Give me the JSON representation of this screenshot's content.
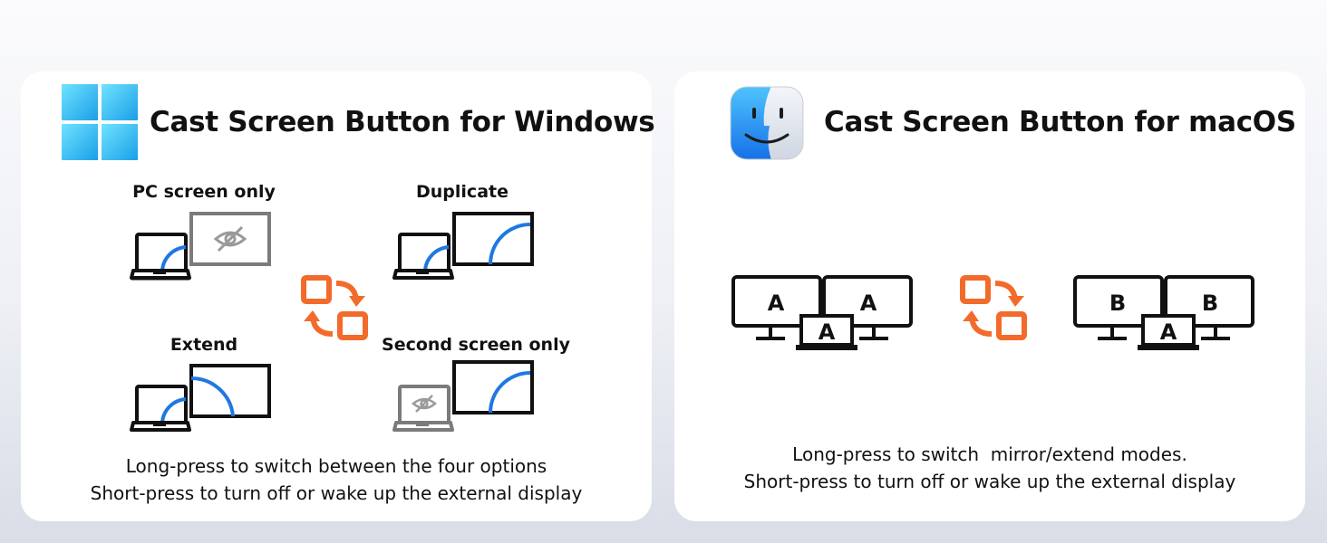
{
  "windows": {
    "title": "Cast Screen Button for Windows",
    "modes": {
      "pc_screen_only": "PC  screen only",
      "duplicate": "Duplicate",
      "extend": "Extend",
      "second_screen_only": "Second screen only"
    },
    "caption_line1": "Long-press to switch between the four options",
    "caption_line2": "Short-press to turn off or wake up the external display"
  },
  "macos": {
    "title": "Cast Screen Button for macOS",
    "mirror": {
      "left": "A",
      "right": "A",
      "laptop": "A"
    },
    "extend": {
      "left": "B",
      "right": "B",
      "laptop": "A"
    },
    "caption_line1": "Long-press to switch  mirror/extend modes.",
    "caption_line2": "Short-press to turn off or wake up the external display"
  },
  "colors": {
    "accent_orange": "#f26b2b",
    "arc_blue": "#1f78e0",
    "outline": "#111111",
    "disabled_gray": "#7b7b7b"
  },
  "icons": {
    "windows_logo": "windows-logo-icon",
    "finder_logo": "finder-logo-icon",
    "switch": "cycle-switch-icon",
    "hidden": "eye-slash-icon"
  }
}
